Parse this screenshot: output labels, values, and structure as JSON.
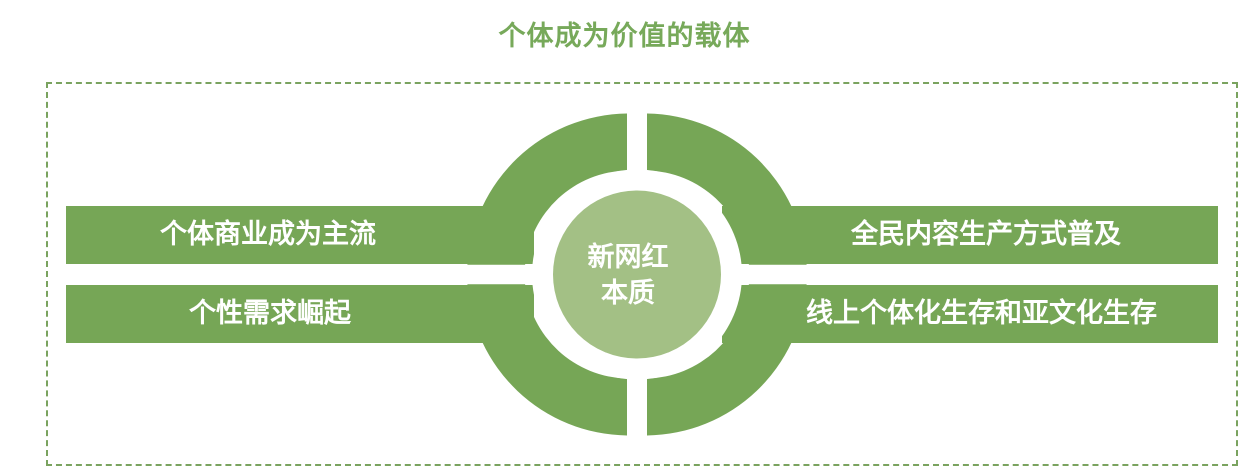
{
  "title": "个体成为价值的载体",
  "center": {
    "line1": "新网红",
    "line2": "本质"
  },
  "items": {
    "left_top": "个体商业成为主流",
    "left_bottom": "个性需求崛起",
    "right_top": "全民内容生产方式普及",
    "right_bottom": "线上个体化生存和亚文化生存"
  },
  "colors": {
    "ring": "#76a656",
    "bars": "#76a656",
    "center": "#a3c085",
    "title": "#77a95a",
    "border": "#7aa35f"
  }
}
